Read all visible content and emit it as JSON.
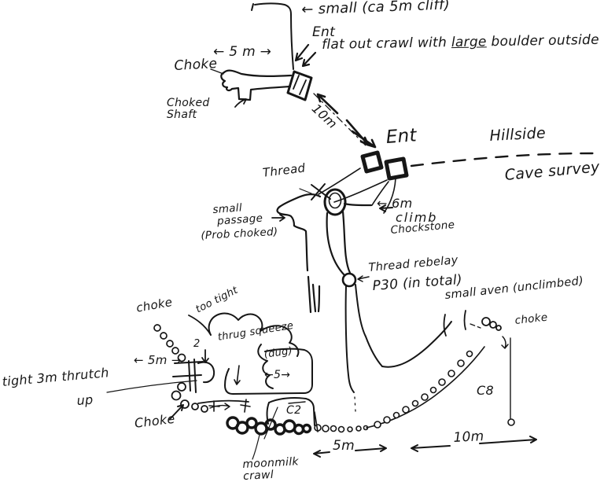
{
  "meta": {
    "ink_color": "#161616",
    "background_color": "#ffffff"
  },
  "annotations": {
    "small_cliff": "← small (ca 5m cliff)",
    "ent_top": "Ent",
    "flat_out_1": "flat out crawl with",
    "flat_out_large": "large",
    "flat_out_2": "boulder outside",
    "span_5m_top": "← 5 m →",
    "choke_top": "Choke",
    "choked_shaft": "Choked\nShaft",
    "ten_m_diag": "10m",
    "ent_main": "Ent",
    "hillside": "Hillside",
    "cave_survey": "Cave survey",
    "thread": "Thread",
    "small_passage": "small\n passage",
    "prob_choked": "(Prob choked)",
    "six_m": "← 6m",
    "climb": "climb",
    "chockstone": "Chockstone",
    "thread_rebelay": "Thread rebelay",
    "p30": "P30 (in total)",
    "small_aven": "small aven (unclimbed)",
    "choke_aven": "choke",
    "c8": "C8",
    "choke_left": "choke",
    "too_tight": "too tight",
    "two_mark": "2",
    "thrutch_squeeze": "thrug squeeze",
    "dug": "(dug)",
    "span_5m_left": "← 5m →",
    "tight_3m": "tight 3m thrutch",
    "up": "up",
    "choke_bottom": "Choke",
    "span_5_mid": "←5→",
    "c2": "C2",
    "moonmilk": "moonmilk\ncrawl",
    "span_5m_bottom": "5m",
    "span_10m_bottom": "10m"
  }
}
